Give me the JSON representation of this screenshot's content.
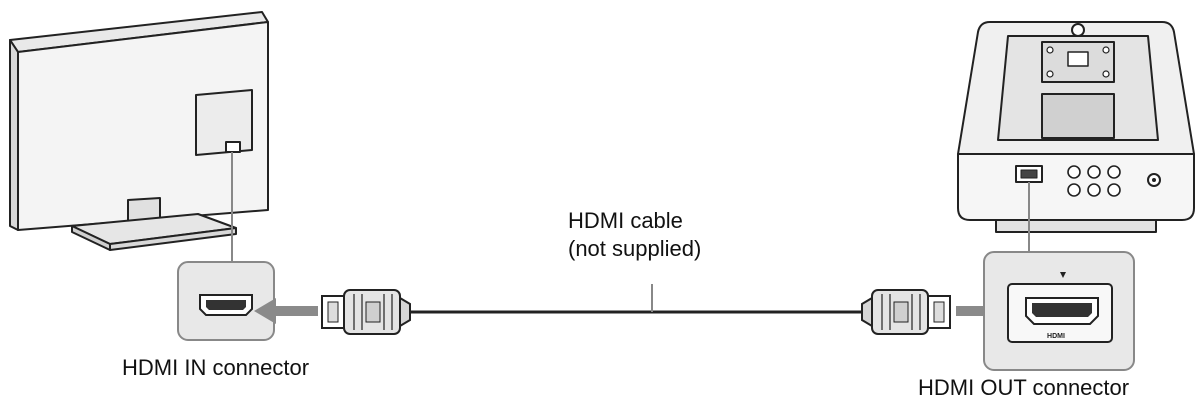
{
  "labels": {
    "hdmi_in_connector": "HDMI IN connector",
    "hdmi_out_connector": "HDMI OUT connector",
    "cable_line1": "HDMI cable",
    "cable_line2": "(not supplied)",
    "port_marking": "HDMI"
  },
  "colors": {
    "stroke": "#222222",
    "panel_fill": "#f2f2f2",
    "callout_fill": "#e6e6e6",
    "arrow": "#8a8a8a"
  },
  "icons": [
    "tv-icon",
    "player-icon",
    "hdmi-plug-icon",
    "hdmi-port-icon",
    "arrow-icon"
  ]
}
